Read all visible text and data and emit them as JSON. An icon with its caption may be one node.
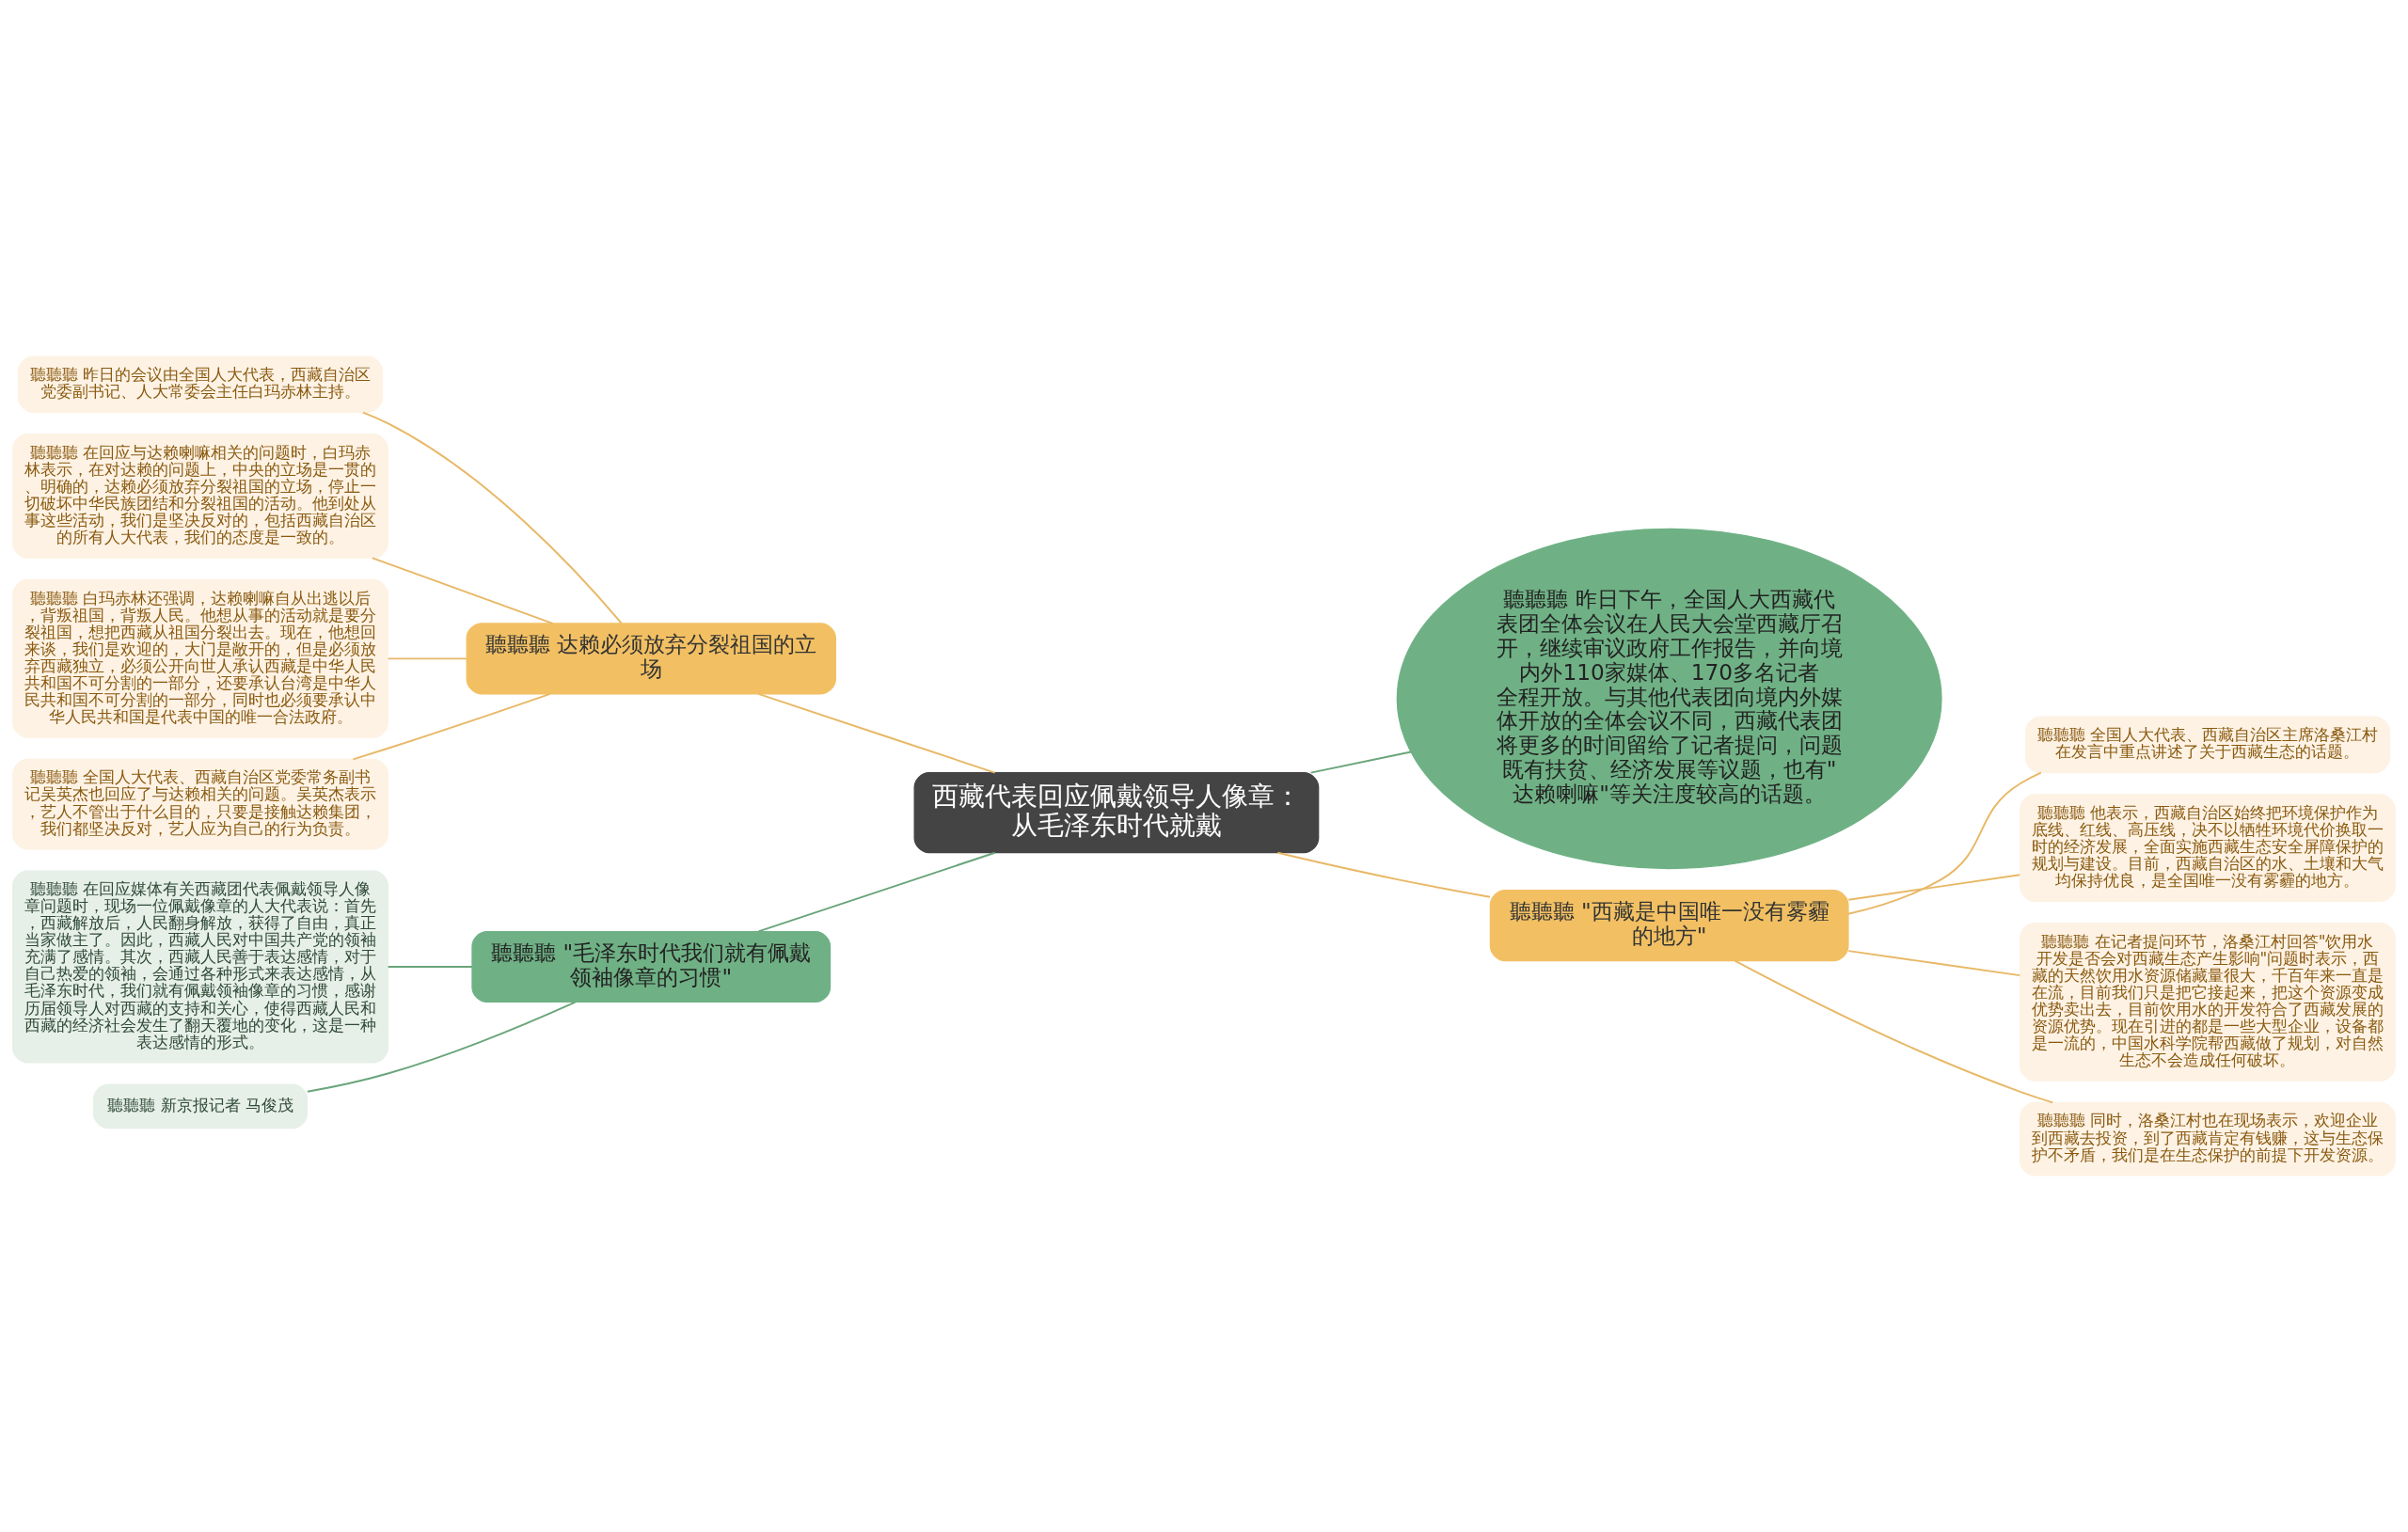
{
  "diagram": {
    "nodes": [
      {
        "text": [
          "西藏代表回应佩戴领导人像章：从毛泽东时代就戴"
        ]
      },
      {
        "text": [
          "聽聽聽 达赖必须放弃分裂祖国的立场"
        ]
      },
      {
        "text": [
          "聽聽聽 昨日的会议由全国人大代表，西藏自治区党委副书记、人大常委会主任白玛赤林主持。"
        ]
      },
      {
        "text": [
          "聽聽聽 在回应与达赖喇嘛相关的问题时，白玛赤林表示，在对达赖的问题上，中央的立场是一贯的、明确的，达赖必须放弃分裂祖国的立场，停止一切破坏中华民族团结和分裂祖国的活动。他到处从事这些活动，我们是坚决反对的，包括西藏自治区的所有人大代表，我们的态度是一致的。"
        ]
      },
      {
        "text": [
          "聽聽聽 白玛赤林还强调，达赖喇嘛自从出逃以后，背叛祖国，背叛人民。他想从事的活动就是要分裂祖国，想把西藏从祖国分裂出去。现在，他想回来谈，我们是欢迎的，大门是敞开的，但是必须放弃西藏独立，必须公开向世人承认西藏是中华人民共和国不可分割的一部分，还要承认台湾是中华人民共和国不可分割的一部分，同时也必须要承认中华人民共和国是代表中国的唯一合法政府。"
        ]
      },
      {
        "text": [
          "聽聽聽 全国人大代表、西藏自治区党委常务副书记吴英杰也回应了与达赖相关的问题。吴英杰表示，艺人不管出于什么目的，只要是接触达赖集团，我们都坚决反对，艺人应为自己的行为负责。"
        ]
      },
      {
        "text": [
          "聽聽聽 昨日下午，全国人大西藏代表团全体会议在人民大会堂西藏厅召开，继续审议政府工作报告，并向境内外110家媒体、170多名记者全程开放。与其他代表团向境内外媒体开放的全体会议不同，西藏代表团将更多的时间留给了记者提问，问题既有扶贫、经济发展等议题，也有\"达赖喇嘛\"等关注度较高的话题。"
        ]
      },
      {
        "text": [
          "聽聽聽 \"毛泽东时代我们就有佩戴领袖像章的习惯\""
        ]
      },
      {
        "text": [
          "聽聽聽 在回应媒体有关西藏团代表佩戴领导人像章问题时，现场一位佩戴像章的人大代表说：首先，西藏解放后，人民翻身解放，获得了自由，真正当家做主了。因此，西藏人民对中国共产党的领袖充满了感情。其次，西藏人民善于表达感情，对于自己热爱的领袖，会通过各种形式来表达感情，从毛泽东时代，我们就有佩戴领袖像章的习惯，感谢历届领导人对西藏的支持和关心，使得西藏人民和西藏的经济社会发生了翻天覆地的变化，这是一种表达感情的形式。"
        ]
      },
      {
        "text": [
          "聽聽聽 新京报记者 马俊茂"
        ]
      },
      {
        "text": [
          "聽聽聽 \"西藏是中国唯一没有雾霾的地方\""
        ]
      },
      {
        "text": [
          "聽聽聽 全国人大代表、西藏自治区主席洛桑江村在发言中重点讲述了关于西藏生态的话题。"
        ]
      },
      {
        "text": [
          "聽聽聽 他表示，西藏自治区始终把环境保护作为底线、红线、高压线，决不以牺牲环境代价换取一时的经济发展，全面实施西藏生态安全屏障保护的规划与建设。目前，西藏自治区的水、土壤和大气均保持优良，是全国唯一没有雾霾的地方。"
        ]
      },
      {
        "text": [
          "聽聽聽 在记者提问环节，洛桑江村回答\"饮用水开发是否会对西藏生态产生影响\"问题时表示，西藏的天然饮用水资源储藏量很大，千百年来一直是在流，目前我们只是把它接起来，把这个资源变成优势卖出去，目前饮用水的开发符合了西藏发展的资源优势。现在引进的都是一些大型企业，设备都是一流的，中国水科学院帮西藏做了规划，对自然生态不会造成任何破坏。"
        ]
      },
      {
        "text": [
          "聽聽聽 同时，洛桑江村也在现场表示，欢迎企业到西藏去投资，到了西藏肯定有钱赚，这与生态保护不矛盾，我们是在生态保护的前提下开发资源。"
        ]
      }
    ],
    "edges": [
      {
        "from": 0,
        "to": 1,
        "arrow": "none"
      },
      {
        "from": 1,
        "to": 2,
        "arrow": "none"
      },
      {
        "from": 1,
        "to": 3,
        "arrow": "none"
      },
      {
        "from": 1,
        "to": 4,
        "arrow": "none"
      },
      {
        "from": 1,
        "to": 5,
        "arrow": "none"
      },
      {
        "from": 0,
        "to": 6,
        "arrow": "none",
        "color": "#6aa57a"
      },
      {
        "from": 0,
        "to": 7,
        "arrow": "none",
        "color": "#6aa57a"
      },
      {
        "from": 7,
        "to": 8,
        "arrow": "none",
        "color": "#6aa57a"
      },
      {
        "from": 7,
        "to": 9,
        "arrow": "none",
        "color": "#6aa57a"
      },
      {
        "from": 0,
        "to": 10,
        "arrow": "none"
      },
      {
        "from": 10,
        "to": 11,
        "arrow": "none"
      },
      {
        "from": 10,
        "to": 12,
        "arrow": "none"
      },
      {
        "from": 10,
        "to": 13,
        "arrow": "none"
      },
      {
        "from": 10,
        "to": 14,
        "arrow": "none"
      }
    ]
  }
}
